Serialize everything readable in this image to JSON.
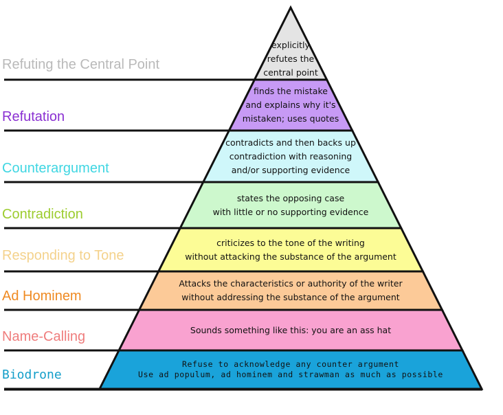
{
  "diagram": {
    "levels": [
      {
        "name": "Refuting the Central Point",
        "name_color": "#b9b9b9",
        "fill": "#e4e4e4",
        "description": [
          "explicitly",
          "refutes the",
          "central point"
        ]
      },
      {
        "name": "Refutation",
        "name_color": "#8a2fd2",
        "fill": "#c79af5",
        "description": [
          "finds the mistake",
          "and explains why it's",
          "mistaken; uses quotes"
        ]
      },
      {
        "name": "Counterargument",
        "name_color": "#3fd6e2",
        "fill": "#cff7fa",
        "description": [
          "contradicts and then backs up",
          "contradiction with reasoning",
          "and/or supporting evidence"
        ]
      },
      {
        "name": "Contradiction",
        "name_color": "#9ccc2e",
        "fill": "#cdf8cd",
        "description": [
          "states the opposing case",
          "with little or no supporting evidence"
        ]
      },
      {
        "name": "Responding to Tone",
        "name_color": "#f4d28c",
        "fill": "#fcfc96",
        "description": [
          "criticizes to the tone of the writing",
          "without attacking the substance of the argument"
        ]
      },
      {
        "name": "Ad Hominem",
        "name_color": "#ef8a22",
        "fill": "#fcca98",
        "description": [
          "Attacks the  characteristics or authority of the writer",
          "without addressing the substance of the argument"
        ]
      },
      {
        "name": "Name-Calling",
        "name_color": "#ef7d7d",
        "fill": "#f9a2d0",
        "description": [
          "Sounds something like this: you are an ass hat"
        ]
      },
      {
        "name": "Biodrone",
        "name_color": "#139ec9",
        "fill": "#1aa3da",
        "description": [
          "Refuse to acknowledge any counter argument",
          "Use ad populum, ad hominem and strawman as much as possible"
        ]
      }
    ]
  }
}
